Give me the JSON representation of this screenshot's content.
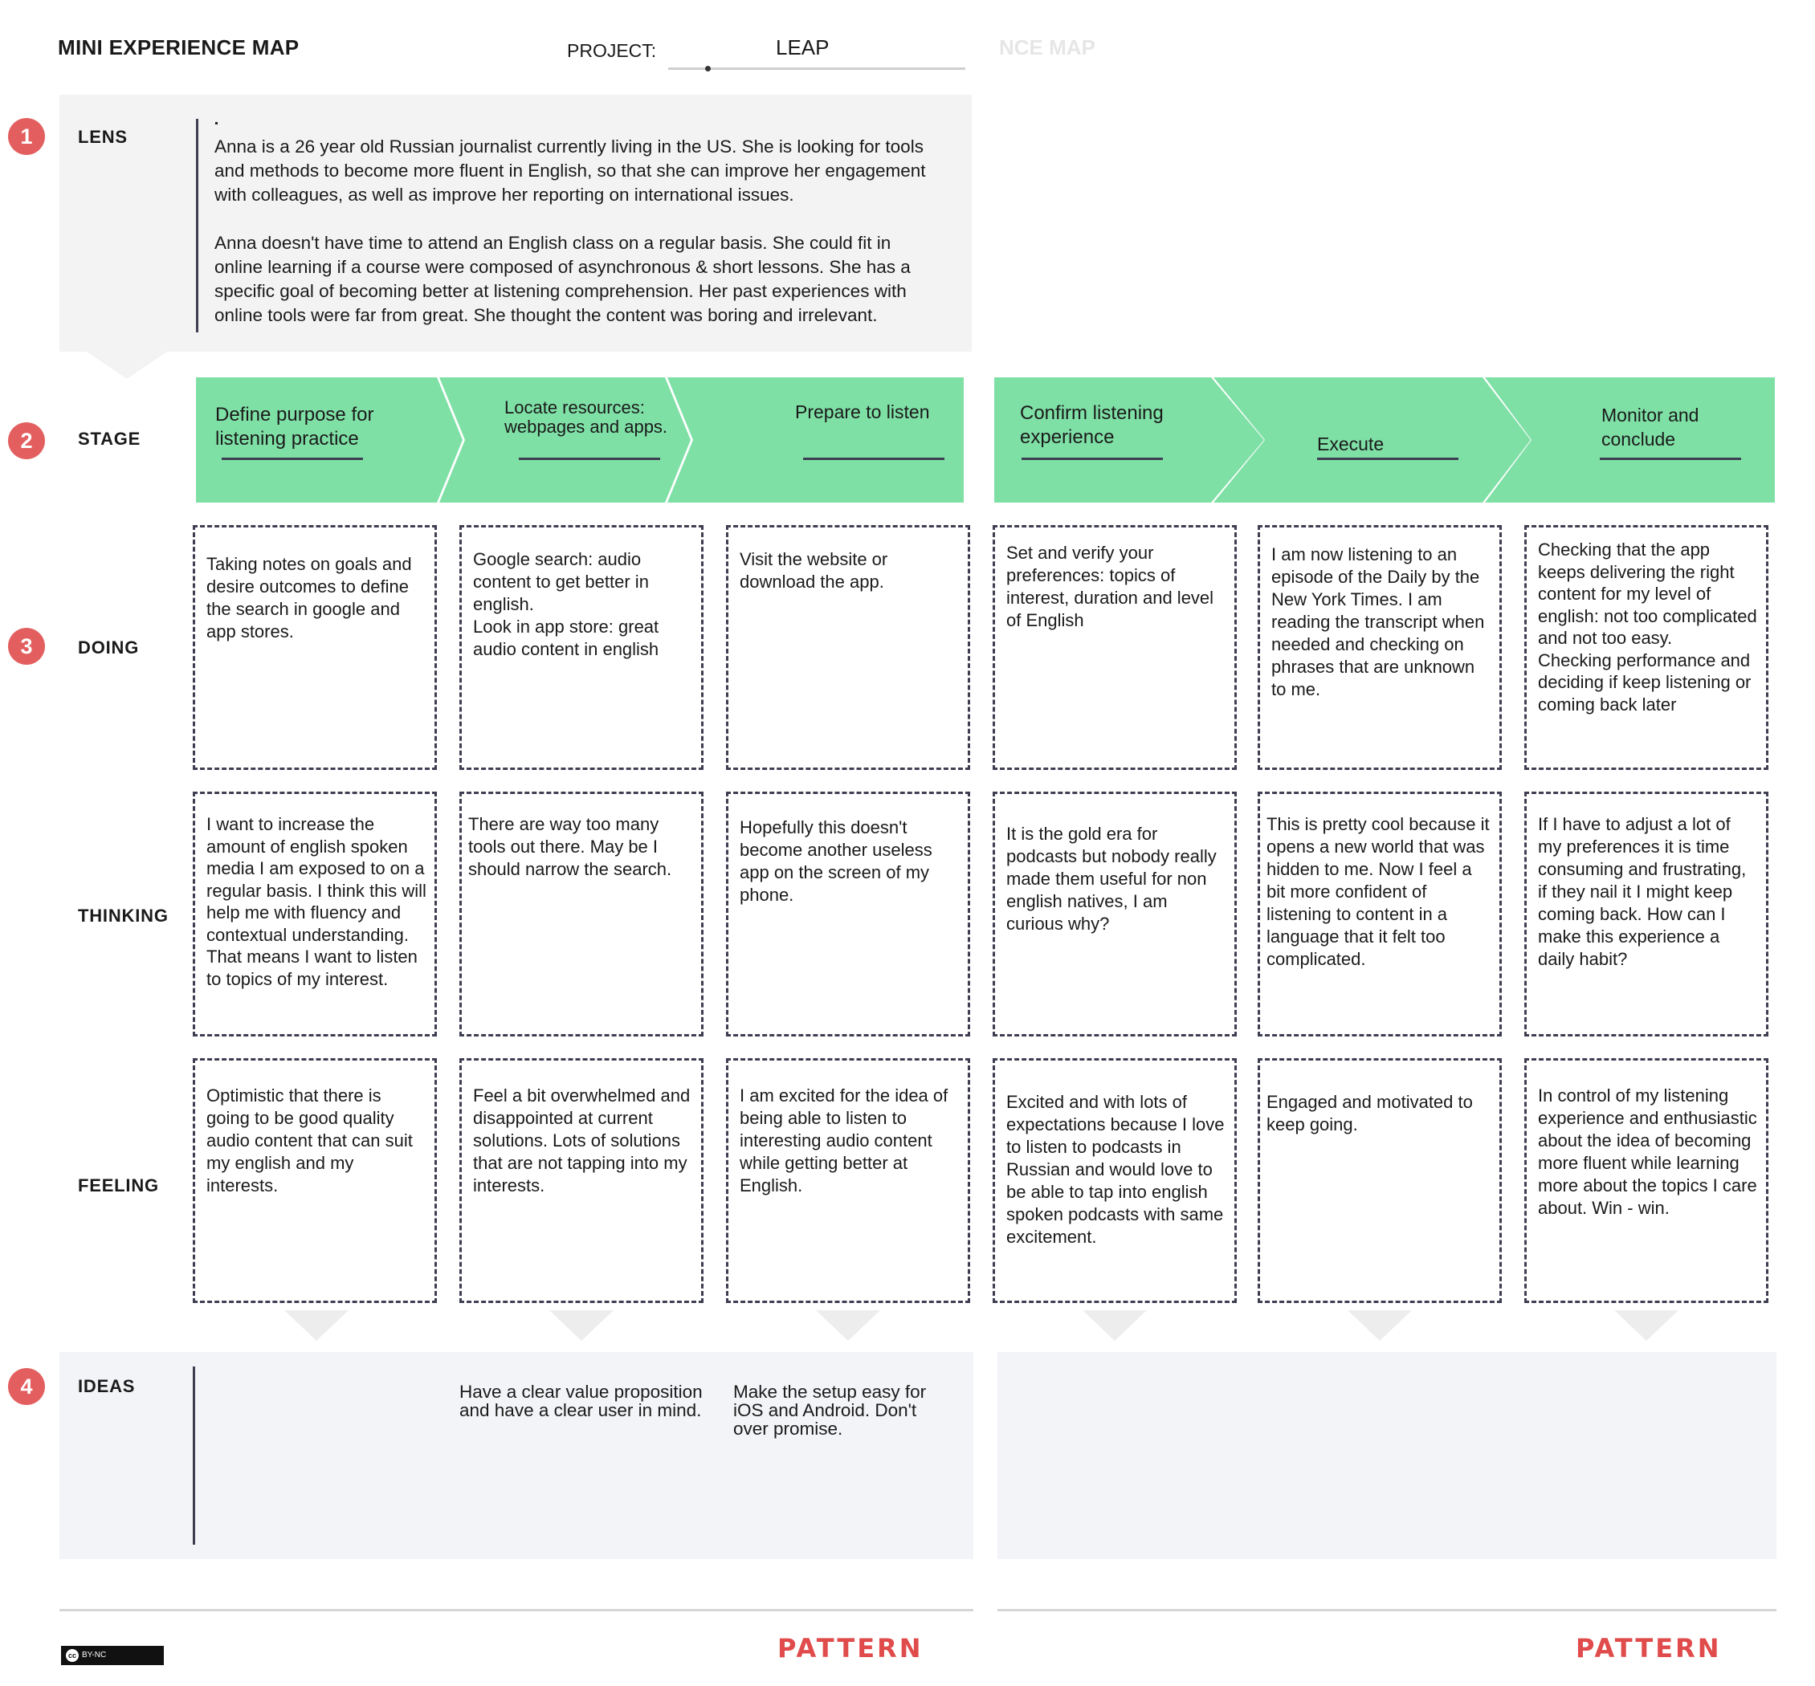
{
  "header": {
    "title": "MINI EXPERIENCE MAP",
    "project_label": "PROJECT:",
    "project_value": "LEAP",
    "ghost_title": "NCE MAP"
  },
  "lens": {
    "number": "1",
    "label": "LENS",
    "paragraphs": [
      "Anna is a 26 year old Russian journalist currently living in the US. She is looking for tools and methods to become more fluent in English, so that she can improve her engagement with colleagues, as well as improve her reporting on international issues.",
      "Anna doesn't have time to attend an English class on a regular basis. She could fit in online learning if a course were composed of asynchronous & short lessons. She has a specific goal of becoming better at listening comprehension. Her past experiences with online tools were far from great. She thought the content was boring and irrelevant."
    ]
  },
  "stage": {
    "number": "2",
    "label": "STAGE",
    "items": [
      "Define purpose for\nlistening practice",
      "Locate resources:\nwebpages and apps.",
      "Prepare to listen",
      "Confirm listening\nexperience",
      "Execute",
      "Monitor and\nconclude"
    ]
  },
  "doing": {
    "number": "3",
    "label": "DOING",
    "cards": [
      "Taking notes on goals and desire outcomes to define the search in google and app stores.",
      "Google search: audio content to get better in english.\nLook in app store: great audio content in english",
      "Visit the website or download the app.",
      "Set and verify your preferences: topics of interest, duration and level of English",
      "I am now listening to an episode of the Daily by the New York Times. I am reading the transcript when needed and checking on phrases that are unknown to me.",
      "Checking that the app keeps delivering the right content for my level of english: not too complicated and not too easy.\nChecking performance and deciding if keep listening or coming back later"
    ]
  },
  "thinking": {
    "label": "THINKING",
    "cards": [
      "I want to increase the amount of english spoken media I am exposed to on a regular basis. I think this will help me with fluency and contextual understanding.\nThat means I want to listen to topics of my interest.",
      "There are way too many tools out there. May be I should narrow the search.",
      "Hopefully this doesn't become another useless app on the screen of my phone.",
      "It is the gold era for podcasts but nobody really made them useful for non english natives, I am curious why?",
      "This is pretty cool because it opens a new world that was hidden to me. Now I feel a bit more confident of listening to content in a language that it felt too complicated.",
      "If I have to adjust a lot of my preferences it is time consuming and frustrating, if they nail it I might keep coming back. How can I make this experience a daily habit?"
    ]
  },
  "feeling": {
    "label": "FEELING",
    "cards": [
      "Optimistic that there is going to be good quality audio content that can suit my english and my interests.",
      "Feel a bit overwhelmed and disappointed at current solutions. Lots of solutions that are not tapping into my interests.",
      "I am excited for the idea of being able to listen to interesting audio content while getting better at English.",
      "Excited and with lots of expectations because I love to listen to podcasts in Russian and would love to be able to tap into english spoken podcasts with same excitement.",
      "Engaged and motivated to keep going.",
      "In control of my listening experience and enthusiastic about the idea of becoming more fluent while learning more about the topics I care about. Win - win."
    ]
  },
  "ideas": {
    "number": "4",
    "label": "IDEAS",
    "items": [
      "Have a clear value proposition\nand have a clear user in mind.",
      "Make the setup easy for\niOS and Android. Don't\nover promise."
    ]
  },
  "footer": {
    "license": "BY-NC",
    "cc": "cc",
    "logo": "PATTERN",
    "logo2": "PATTERN"
  },
  "colors": {
    "stage_green": "#7fe0a6",
    "badge_red": "#e35f5f",
    "dash_border": "#3e3e52",
    "logo_red": "#e04b4b"
  }
}
